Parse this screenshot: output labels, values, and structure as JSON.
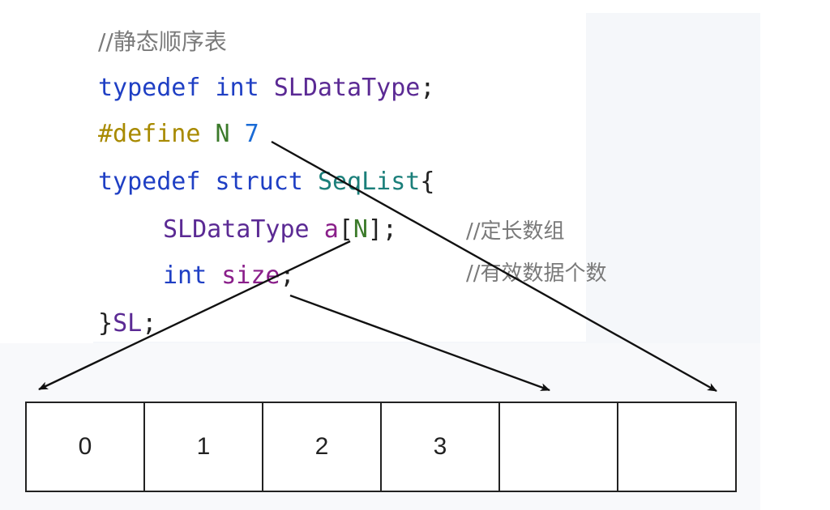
{
  "code": {
    "comment_title": "//静态顺序表",
    "line_typedef": {
      "kw": "typedef",
      "type": "int",
      "name": "SLDataType",
      "semi": ";"
    },
    "line_define": {
      "directive": "#define",
      "name": "N",
      "value": "7"
    },
    "line_struct": {
      "kw": "typedef",
      "kw2": "struct",
      "name": "SeqList",
      "brace": "{"
    },
    "line_array": {
      "type": "SLDataType",
      "field": "a",
      "open": "[",
      "size": "N",
      "close": "];",
      "comment": "//定长数组"
    },
    "line_size": {
      "type": "int",
      "field": "size",
      "semi": ";",
      "comment": "//有效数据个数"
    },
    "line_end": {
      "brace": "}",
      "alias": "SL",
      "semi": ";"
    }
  },
  "array": {
    "cells": [
      "0",
      "1",
      "2",
      "3",
      "",
      ""
    ]
  },
  "colors": {
    "keyword": "#1f3fc4",
    "type": "#5b2a94",
    "macro": "#a88a00",
    "number": "#1a6bd6",
    "comment": "#7a7a7a",
    "arrow": "#111111"
  }
}
